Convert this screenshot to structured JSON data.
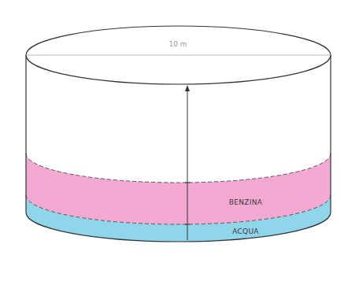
{
  "diagram": {
    "nodes": [
      {
        "text": [
          "BENZINA"
        ]
      },
      {
        "text": [
          "ACQUA"
        ]
      }
    ],
    "labels": [
      "10 m"
    ]
  }
}
